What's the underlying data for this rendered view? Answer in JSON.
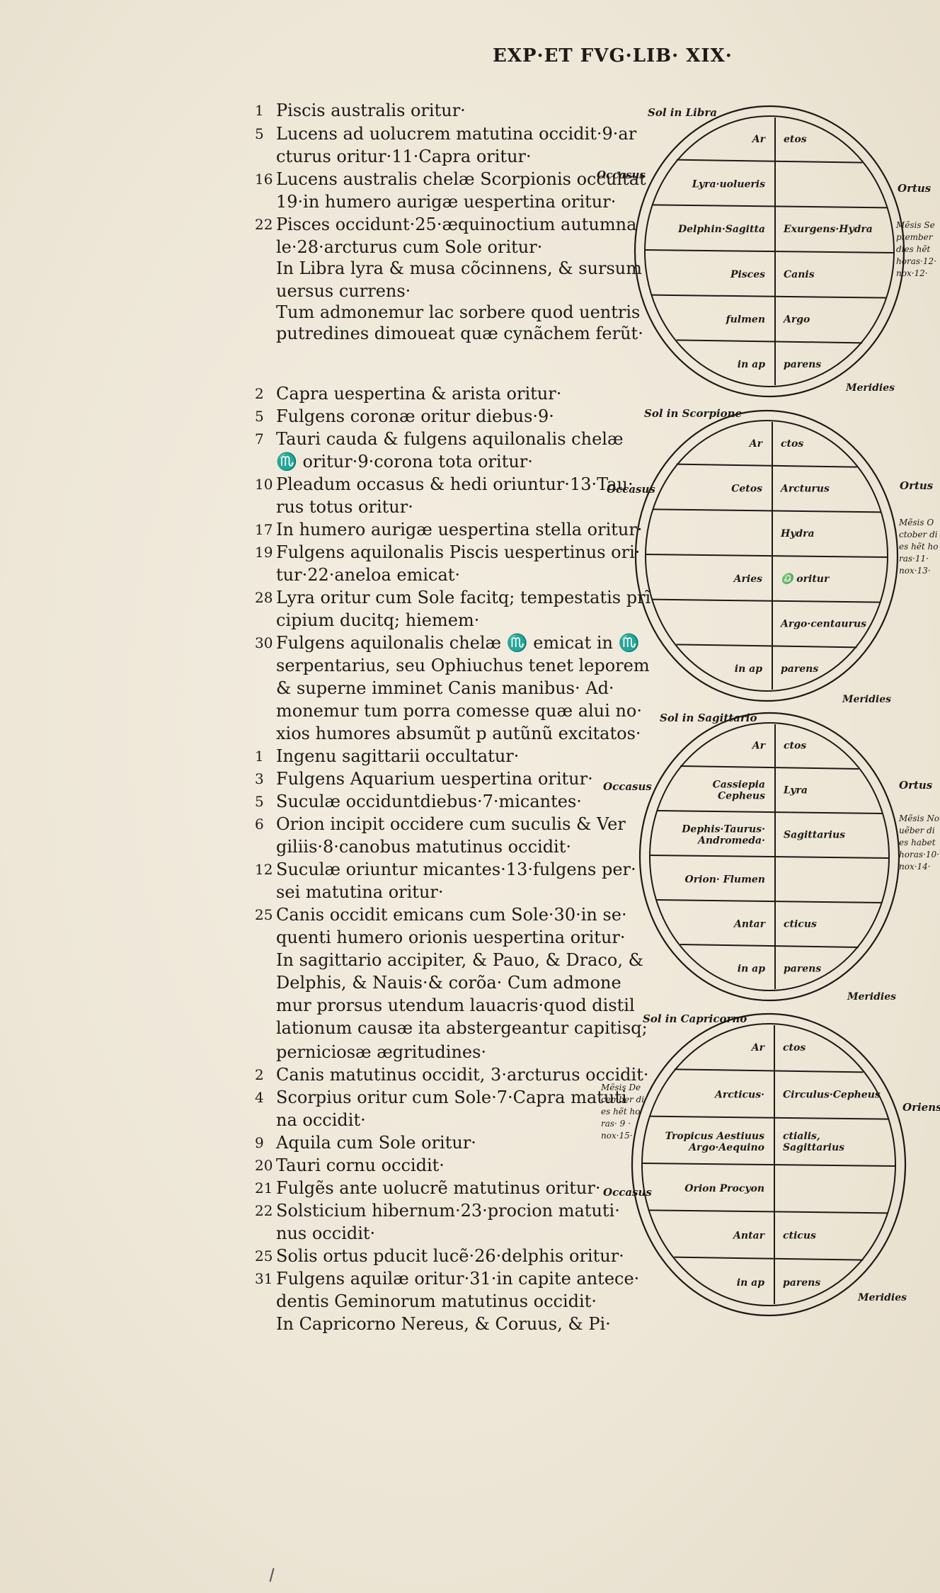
{
  "header": {
    "running_head": "EXP·ET FVG·LIB· XIX·"
  },
  "text_lines": [
    {
      "num": "1",
      "text": "Piscis australis oritur·"
    },
    {
      "num": "5",
      "text": "Lucens ad uolucrem matutina occidit·9·ar"
    },
    {
      "num": "",
      "text": "cturus oritur·11·Capra oritur·"
    },
    {
      "num": "16",
      "text": "Lucens australis chelæ Scorpionis occultat"
    },
    {
      "num": "",
      "text": "19·in humero aurigæ uespertina oritur·"
    },
    {
      "num": "22",
      "text": "Pisces occidunt·25·æquinoctium autumna"
    },
    {
      "num": "",
      "text": "le·28·arcturus cum Sole oritur·"
    },
    {
      "num": "",
      "text": "In Libra lyra & musa cõcinnens, & sursum"
    },
    {
      "num": "",
      "text": "uersus currens·"
    },
    {
      "num": "",
      "text": "Tum admonemur lac sorbere quod uentris"
    },
    {
      "num": "",
      "text": "putredines dimoueat quæ cynãchem ferũt·"
    },
    {
      "num": "2",
      "text": "Capra uespertina & arista oritur·"
    },
    {
      "num": "5",
      "text": "Fulgens coronæ oritur diebus·9·"
    },
    {
      "num": "7",
      "text": "Tauri cauda & fulgens aquilonalis chelæ"
    },
    {
      "num": "",
      "text": "♏ oritur·9·corona tota oritur·"
    },
    {
      "num": "10",
      "text": "Pleadum occasus & hedi oriuntur·13·Tau·"
    },
    {
      "num": "",
      "text": "rus totus oritur·"
    },
    {
      "num": "17",
      "text": "In humero aurigæ uespertina stella oritur·"
    },
    {
      "num": "19",
      "text": "Fulgens aquilonalis Piscis uespertinus ori·"
    },
    {
      "num": "",
      "text": "tur·22·aneloa emicat·"
    },
    {
      "num": "28",
      "text": "Lyra oritur cum Sole facitq; tempestatis prĩ"
    },
    {
      "num": "",
      "text": "cipium ducitq; hiemem·"
    },
    {
      "num": "30",
      "text": "Fulgens aquilonalis chelæ ♏ emicat in ♏"
    },
    {
      "num": "",
      "text": "serpentarius, seu Ophiuchus tenet leporem"
    },
    {
      "num": "",
      "text": "& superne imminet Canis manibus· Ad·"
    },
    {
      "num": "",
      "text": "monemur tum porra comesse quæ alui no·"
    },
    {
      "num": "",
      "text": "xios humores absumũt p autũnũ excitatos·"
    },
    {
      "num": "1",
      "text": "Ingenu sagittarii occultatur·"
    },
    {
      "num": "3",
      "text": "Fulgens Aquarium uespertina oritur·"
    },
    {
      "num": "5",
      "text": "Suculæ occiduntdiebus·7·micantes·"
    },
    {
      "num": "6",
      "text": "Orion incipit occidere cum suculis & Ver"
    },
    {
      "num": "",
      "text": "giliis·8·canobus matutinus occidit·"
    },
    {
      "num": "12",
      "text": "Suculæ oriuntur micantes·13·fulgens per·"
    },
    {
      "num": "",
      "text": "sei matutina oritur·"
    },
    {
      "num": "25",
      "text": "Canis occidit emicans cum Sole·30·in se·"
    },
    {
      "num": "",
      "text": "quenti humero orionis uespertina oritur·"
    },
    {
      "num": "",
      "text": "In sagittario accipiter, & Pauo, & Draco, &"
    },
    {
      "num": "",
      "text": "Delphis, & Nauis·& corõa· Cum admone"
    },
    {
      "num": "",
      "text": "mur prorsus utendum lauacris·quod distil"
    },
    {
      "num": "",
      "text": "lationum causæ ita abstergeantur capitisq;"
    },
    {
      "num": "",
      "text": "perniciosæ ægritudines·"
    },
    {
      "num": "2",
      "text": "Canis matutinus occidit, 3·arcturus occidit·"
    },
    {
      "num": "4",
      "text": "Scorpius oritur cum Sole·7·Capra matuti"
    },
    {
      "num": "",
      "text": "na occidit·"
    },
    {
      "num": "9",
      "text": "Aquila cum Sole oritur·"
    },
    {
      "num": "20",
      "text": "Tauri cornu occidit·"
    },
    {
      "num": "21",
      "text": "Fulgẽs ante uolucrẽ matutinus oritur·"
    },
    {
      "num": "22",
      "text": "Solsticium hibernum·23·procion matuti·"
    },
    {
      "num": "",
      "text": "nus occidit·"
    },
    {
      "num": "25",
      "text": "Solis ortus pducit lucẽ·26·delphis oritur·"
    },
    {
      "num": "31",
      "text": "Fulgens aquilæ oritur·31·in capite antece·"
    },
    {
      "num": "",
      "text": "dentis Geminorum matutinus occidit·"
    },
    {
      "num": "",
      "text": "In Capricorno Nereus, & Coruus, & Pi·"
    }
  ],
  "charts": [
    {
      "sol": "Sol in Libra",
      "occasus": "Occasus",
      "ortus": "Ortus",
      "meridies": "Meridies",
      "note": [
        "Mẽsis Se",
        "ptember",
        "dies hẽt",
        "horas·12·",
        "nox·12·"
      ],
      "left": [
        "Ar",
        "Lyra·uolueris",
        "Delphin·Sagitta",
        "Pisces",
        "fulmen",
        "in ap"
      ],
      "right": [
        "etos",
        "",
        "Exurgens·Hydra",
        "Canis",
        "Argo",
        "parens"
      ]
    },
    {
      "sol": "Sol in Scorpione",
      "occasus": "Occasus",
      "ortus": "Ortus",
      "meridies": "Meridies",
      "note": [
        "Mẽsis O",
        "ctober di",
        "es hẽt ho",
        "ras·11·",
        "nox·13·"
      ],
      "left": [
        "Ar",
        "Cetos",
        "",
        "Aries",
        "",
        "in ap"
      ],
      "right": [
        "ctos",
        "Arcturus",
        "Hydra",
        "♎ oritur",
        "Argo·centaurus",
        "parens"
      ]
    },
    {
      "sol": "Sol in Sagittario",
      "occasus": "Occasus",
      "ortus": "Ortus",
      "meridies": "Meridies",
      "note": [
        "Mẽsis No",
        "uẽber di",
        "es habet",
        "horas·10·",
        "nox·14·"
      ],
      "left": [
        "Ar",
        "Cassiepia Cepheus",
        "Dephis·Taurus· Andromeda·",
        "Orion· Flumen",
        "Antar",
        "in ap"
      ],
      "right": [
        "ctos",
        "Lyra",
        "Sagittarius",
        "",
        "cticus",
        "parens"
      ]
    },
    {
      "sol": "Sol in Capricorno",
      "occasus": "Occasus",
      "ortus": "Oriens",
      "meridies": "Meridies",
      "note": [
        "Mẽsis De",
        "cember di",
        "es hẽt ho",
        "ras· 9 ·",
        "nox·15·"
      ],
      "left": [
        "Ar",
        "Arcticus·",
        "Tropicus Aestiuus Argo·Aequino",
        "Orion Procyon",
        "Antar",
        "in ap"
      ],
      "right": [
        "ctos",
        "Circulus·Cepheus",
        "ctialis, Sagittarius",
        "",
        "cticus",
        "parens"
      ]
    }
  ]
}
